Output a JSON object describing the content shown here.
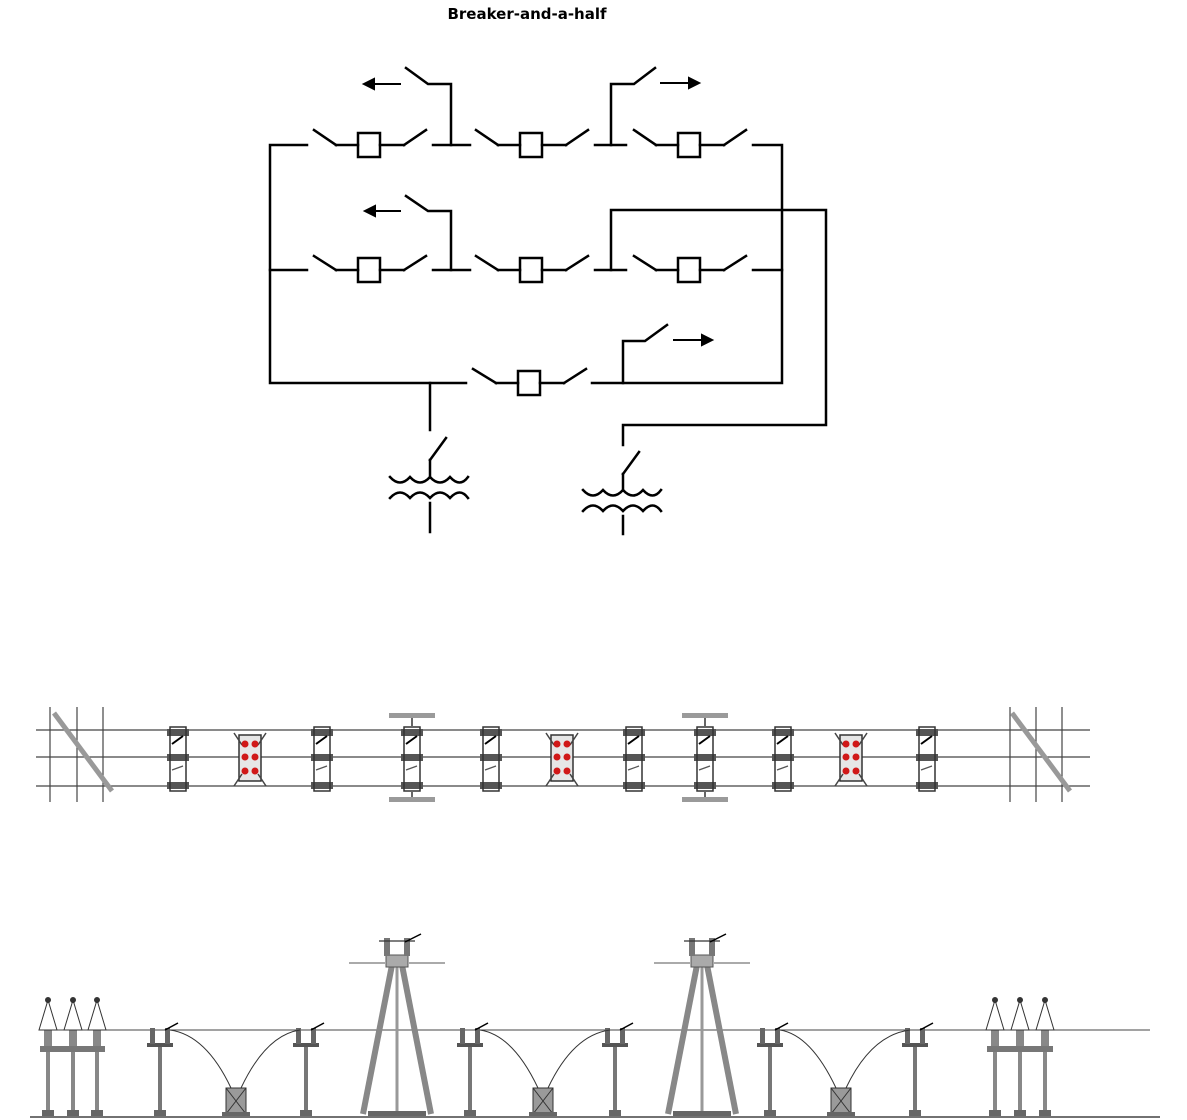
{
  "title": "Breaker-and-a-half",
  "colors": {
    "line": "#000000",
    "equipment": "#555555",
    "steel": "#9a9a9a",
    "ct_dot": "#d01818"
  },
  "single_line_diagram": {
    "scheme": "breaker-and-a-half",
    "bays": 3,
    "breakers": 7,
    "feeder_arrows": 4,
    "transformers": 2
  },
  "plan_view": {
    "breaker_positions": 3,
    "current_transformer_groups": 3
  },
  "elevation_view": {
    "elevated_disconnect_structures": 2,
    "ground_breakers": 3
  }
}
